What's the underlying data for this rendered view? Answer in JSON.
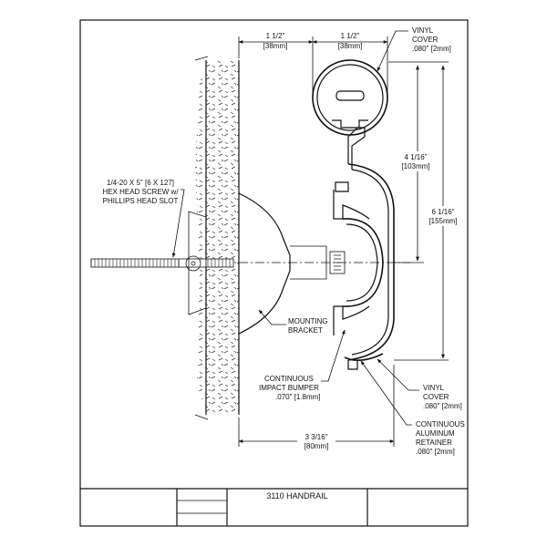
{
  "drawing": {
    "title": "3110 HANDRAIL",
    "dimensions": {
      "width_left": [
        "1 1/2\"",
        "[38mm]"
      ],
      "width_right": [
        "1 1/2\"",
        "[38mm]"
      ],
      "height_inner": [
        "4 1/16\"",
        "[103mm]"
      ],
      "height_outer": [
        "6 1/16\"",
        "[155mm]"
      ],
      "depth": [
        "3 3/16\"",
        "[80mm]"
      ]
    },
    "callouts": {
      "vinyl_cover_top": [
        "VINYL",
        "COVER",
        ".080\" [2mm]"
      ],
      "screw": [
        "1/4-20 X 5\" [6 X 127]",
        "HEX HEAD SCREW w/",
        "PHILLIPS HEAD SLOT"
      ],
      "mounting_bracket": [
        "MOUNTING",
        "BRACKET"
      ],
      "impact_bumper": [
        "CONTINUOUS",
        "IMPACT BUMPER",
        ".070\" [1.8mm]"
      ],
      "vinyl_cover_bottom": [
        "VINYL",
        "COVER",
        ".080\" [2mm]"
      ],
      "retainer": [
        "CONTINUOUS",
        "ALUMINUM",
        "RETAINER",
        ".080\" [2mm]"
      ]
    }
  }
}
